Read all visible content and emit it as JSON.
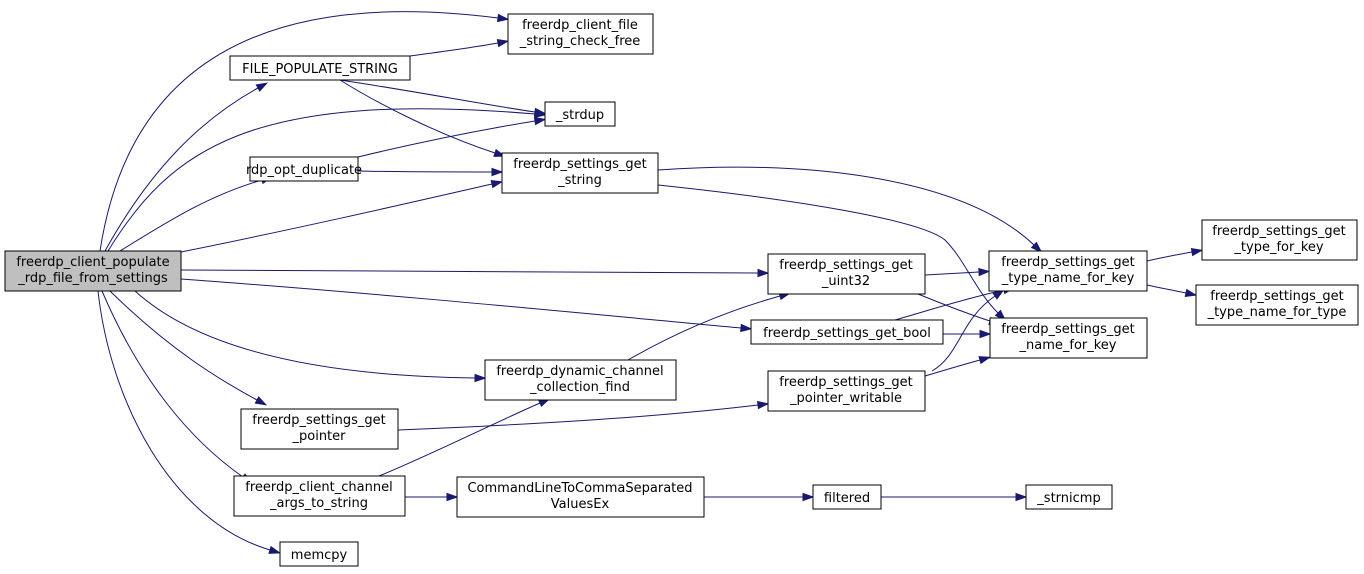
{
  "colors": {
    "edge": "#191970",
    "root_fill": "#bfbfbf",
    "node_fill": "#ffffff",
    "border": "#000000"
  },
  "nodes": {
    "root": {
      "lines": [
        "freerdp_client_populate",
        "_rdp_file_from_settings"
      ]
    },
    "file_check_free": {
      "lines": [
        "freerdp_client_file",
        "_string_check_free"
      ]
    },
    "file_populate_string": {
      "lines": [
        "FILE_POPULATE_STRING"
      ]
    },
    "strdup": {
      "lines": [
        "_strdup"
      ]
    },
    "rdp_opt_duplicate": {
      "lines": [
        "rdp_opt_duplicate"
      ]
    },
    "settings_get_string": {
      "lines": [
        "freerdp_settings_get",
        "_string"
      ]
    },
    "settings_get_uint32": {
      "lines": [
        "freerdp_settings_get",
        "_uint32"
      ]
    },
    "settings_get_type_name_for_key": {
      "lines": [
        "freerdp_settings_get",
        "_type_name_for_key"
      ]
    },
    "settings_get_type_for_key": {
      "lines": [
        "freerdp_settings_get",
        "_type_for_key"
      ]
    },
    "settings_get_type_name_for_type": {
      "lines": [
        "freerdp_settings_get",
        "_type_name_for_type"
      ]
    },
    "settings_get_bool": {
      "lines": [
        "freerdp_settings_get_bool"
      ]
    },
    "settings_get_name_for_key": {
      "lines": [
        "freerdp_settings_get",
        "_name_for_key"
      ]
    },
    "dynamic_channel_collection_find": {
      "lines": [
        "freerdp_dynamic_channel",
        "_collection_find"
      ]
    },
    "settings_get_pointer_writable": {
      "lines": [
        "freerdp_settings_get",
        "_pointer_writable"
      ]
    },
    "settings_get_pointer": {
      "lines": [
        "freerdp_settings_get",
        "_pointer"
      ]
    },
    "client_channel_args_to_string": {
      "lines": [
        "freerdp_client_channel",
        "_args_to_string"
      ]
    },
    "commandline_to_csv": {
      "lines": [
        "CommandLineToCommaSeparated",
        "ValuesEx"
      ]
    },
    "filtered": {
      "lines": [
        "filtered"
      ]
    },
    "strnicmp": {
      "lines": [
        "_strnicmp"
      ]
    },
    "memcpy": {
      "lines": [
        "memcpy"
      ]
    }
  },
  "edges": [
    {
      "from": "root",
      "to": "file_check_free"
    },
    {
      "from": "root",
      "to": "file_populate_string"
    },
    {
      "from": "root",
      "to": "strdup"
    },
    {
      "from": "root",
      "to": "rdp_opt_duplicate"
    },
    {
      "from": "root",
      "to": "settings_get_string"
    },
    {
      "from": "root",
      "to": "settings_get_uint32"
    },
    {
      "from": "root",
      "to": "settings_get_bool"
    },
    {
      "from": "root",
      "to": "dynamic_channel_collection_find"
    },
    {
      "from": "root",
      "to": "settings_get_pointer"
    },
    {
      "from": "root",
      "to": "client_channel_args_to_string"
    },
    {
      "from": "root",
      "to": "memcpy"
    },
    {
      "from": "file_populate_string",
      "to": "file_check_free"
    },
    {
      "from": "file_populate_string",
      "to": "strdup"
    },
    {
      "from": "file_populate_string",
      "to": "settings_get_string"
    },
    {
      "from": "rdp_opt_duplicate",
      "to": "strdup"
    },
    {
      "from": "rdp_opt_duplicate",
      "to": "settings_get_string"
    },
    {
      "from": "settings_get_string",
      "to": "settings_get_type_name_for_key"
    },
    {
      "from": "settings_get_string",
      "to": "settings_get_name_for_key"
    },
    {
      "from": "settings_get_uint32",
      "to": "settings_get_type_name_for_key"
    },
    {
      "from": "settings_get_uint32",
      "to": "settings_get_name_for_key"
    },
    {
      "from": "settings_get_bool",
      "to": "settings_get_type_name_for_key"
    },
    {
      "from": "settings_get_bool",
      "to": "settings_get_name_for_key"
    },
    {
      "from": "settings_get_type_name_for_key",
      "to": "settings_get_type_for_key"
    },
    {
      "from": "settings_get_type_name_for_key",
      "to": "settings_get_type_name_for_type"
    },
    {
      "from": "dynamic_channel_collection_find",
      "to": "settings_get_uint32"
    },
    {
      "from": "settings_get_pointer_writable",
      "to": "settings_get_type_name_for_key"
    },
    {
      "from": "settings_get_pointer_writable",
      "to": "settings_get_name_for_key"
    },
    {
      "from": "settings_get_pointer",
      "to": "settings_get_pointer_writable"
    },
    {
      "from": "client_channel_args_to_string",
      "to": "dynamic_channel_collection_find"
    },
    {
      "from": "client_channel_args_to_string",
      "to": "commandline_to_csv"
    },
    {
      "from": "commandline_to_csv",
      "to": "filtered"
    },
    {
      "from": "filtered",
      "to": "strnicmp"
    }
  ]
}
